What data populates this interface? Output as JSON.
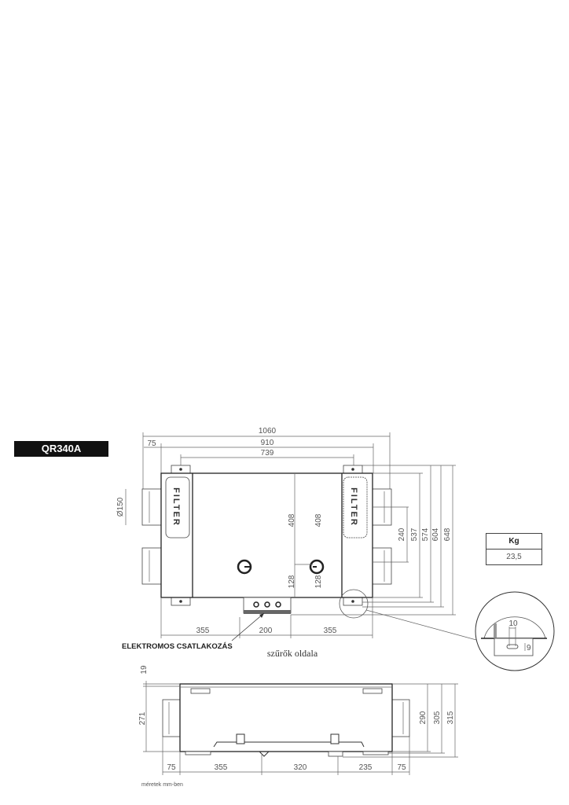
{
  "model": "QR340A",
  "weight_table": {
    "header": "Kg",
    "value": "23,5"
  },
  "top_view": {
    "dims": {
      "overall": "1060",
      "middle": "910",
      "inner": "739",
      "offset": "75",
      "duct_diameter": "Ø150",
      "h240": "240",
      "h537": "537",
      "h574": "574",
      "h604": "604",
      "h648": "648",
      "v408a": "408",
      "v408b": "408",
      "v128a": "128",
      "v128b": "128",
      "b355a": "355",
      "b200": "200",
      "b355b": "355"
    },
    "filter_label": "FILTER",
    "electric_label": "ELEKTROMOS CSATLAKOZÁS",
    "caption": "szűrők oldala"
  },
  "detail": {
    "d10": "10",
    "d9": "9"
  },
  "side_view": {
    "dims": {
      "top19": "19",
      "h271": "271",
      "h290": "290",
      "h305": "305",
      "h315": "315",
      "b75a": "75",
      "b355": "355",
      "b320": "320",
      "b235": "235",
      "b75b": "75"
    }
  },
  "units_note": "méretek mm-ben"
}
